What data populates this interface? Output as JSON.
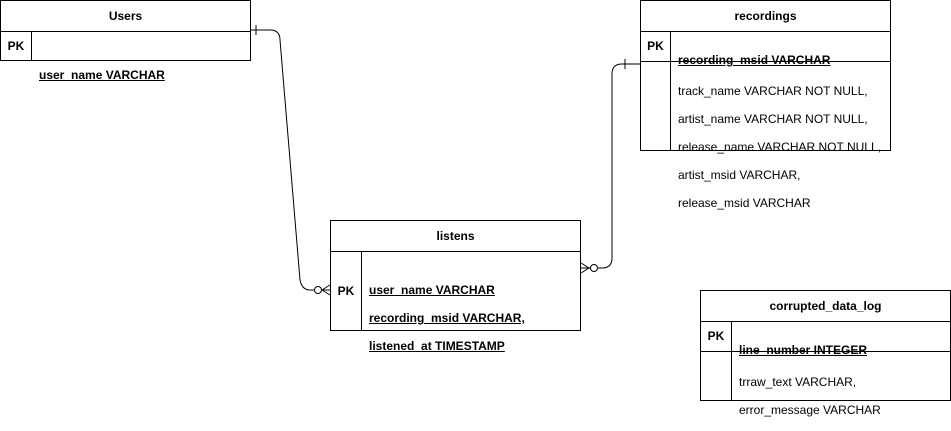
{
  "entities": {
    "users": {
      "title": "Users",
      "pk_label": "PK",
      "pk_attrs": [
        "user_name VARCHAR"
      ],
      "attrs": []
    },
    "recordings": {
      "title": "recordings",
      "pk_label": "PK",
      "pk_attrs": [
        "recording_msid VARCHAR"
      ],
      "attrs": [
        "track_name VARCHAR NOT NULL,",
        "artist_name VARCHAR NOT NULL,",
        "release_name VARCHAR NOT NULL,",
        "artist_msid VARCHAR,",
        "release_msid VARCHAR"
      ]
    },
    "listens": {
      "title": "listens",
      "pk_label": "PK",
      "pk_attrs": [
        "user_name VARCHAR",
        "recording_msid VARCHAR,",
        "listened_at TIMESTAMP"
      ],
      "attrs": []
    },
    "corrupted": {
      "title": "corrupted_data_log",
      "pk_label": "PK",
      "pk_attrs": [
        "line_number INTEGER"
      ],
      "attrs": [
        "trraw_text VARCHAR,",
        "error_message VARCHAR"
      ]
    }
  },
  "relationships": [
    {
      "from": "users",
      "to": "listens",
      "from_cardinality": "one",
      "to_cardinality": "zero-or-many"
    },
    {
      "from": "recordings",
      "to": "listens",
      "from_cardinality": "one",
      "to_cardinality": "zero-or-many"
    }
  ],
  "colors": {
    "line": "#000000",
    "background": "#ffffff"
  }
}
